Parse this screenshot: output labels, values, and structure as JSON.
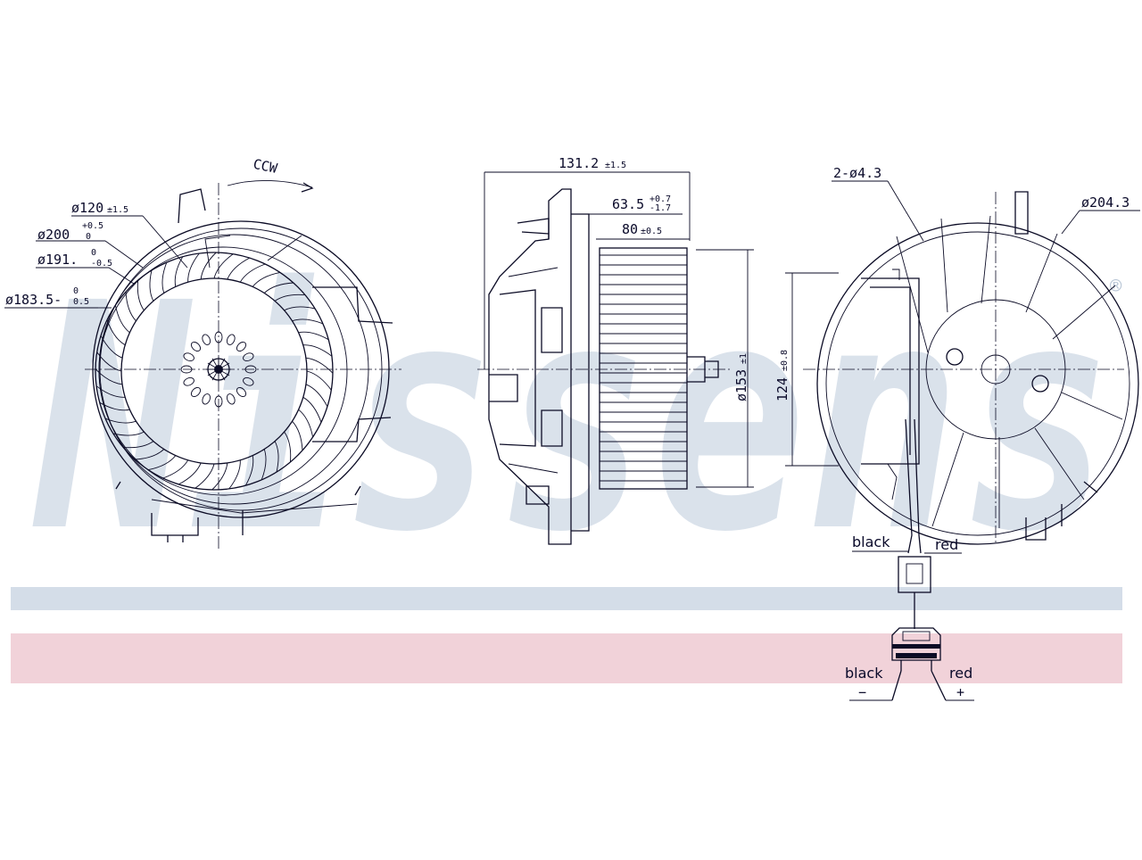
{
  "watermark": {
    "brand_text": "Nissens",
    "band_colors": {
      "blue": "#d4dde8",
      "pink": "#f1d2d9"
    },
    "registered_mark": "®"
  },
  "front_view": {
    "rotation_label": "CCW",
    "dims": {
      "d120": {
        "main": "ø120",
        "tol": "±1.5"
      },
      "d200": {
        "main": "ø200",
        "tol_upper": "+0.5",
        "tol_lower": "0"
      },
      "d191": {
        "main": "ø191.",
        "tol_upper": "0",
        "tol_lower": "-0.5"
      },
      "d183": {
        "main": "ø183.5-",
        "tol_upper": "0",
        "tol_lower": "0.5"
      }
    }
  },
  "side_view": {
    "dims": {
      "width_overall": {
        "main": "131.2",
        "tol": "±1.5"
      },
      "depth_1": {
        "main": "63.5",
        "tol_upper": "+0.7",
        "tol_lower": "-1.7"
      },
      "depth_2": {
        "main": "80",
        "tol": "±0.5"
      },
      "wheel_diameter": {
        "main": "ø153",
        "tol": "±1"
      }
    }
  },
  "rear_view": {
    "dims": {
      "holes": "2-ø4.3",
      "outer_diameter": "ø204.3",
      "height": {
        "main": "124",
        "tol": "±0.8"
      }
    },
    "wires": {
      "black": "black",
      "red": "red"
    },
    "connector_polarity": {
      "negative": "−",
      "positive": "+"
    }
  }
}
